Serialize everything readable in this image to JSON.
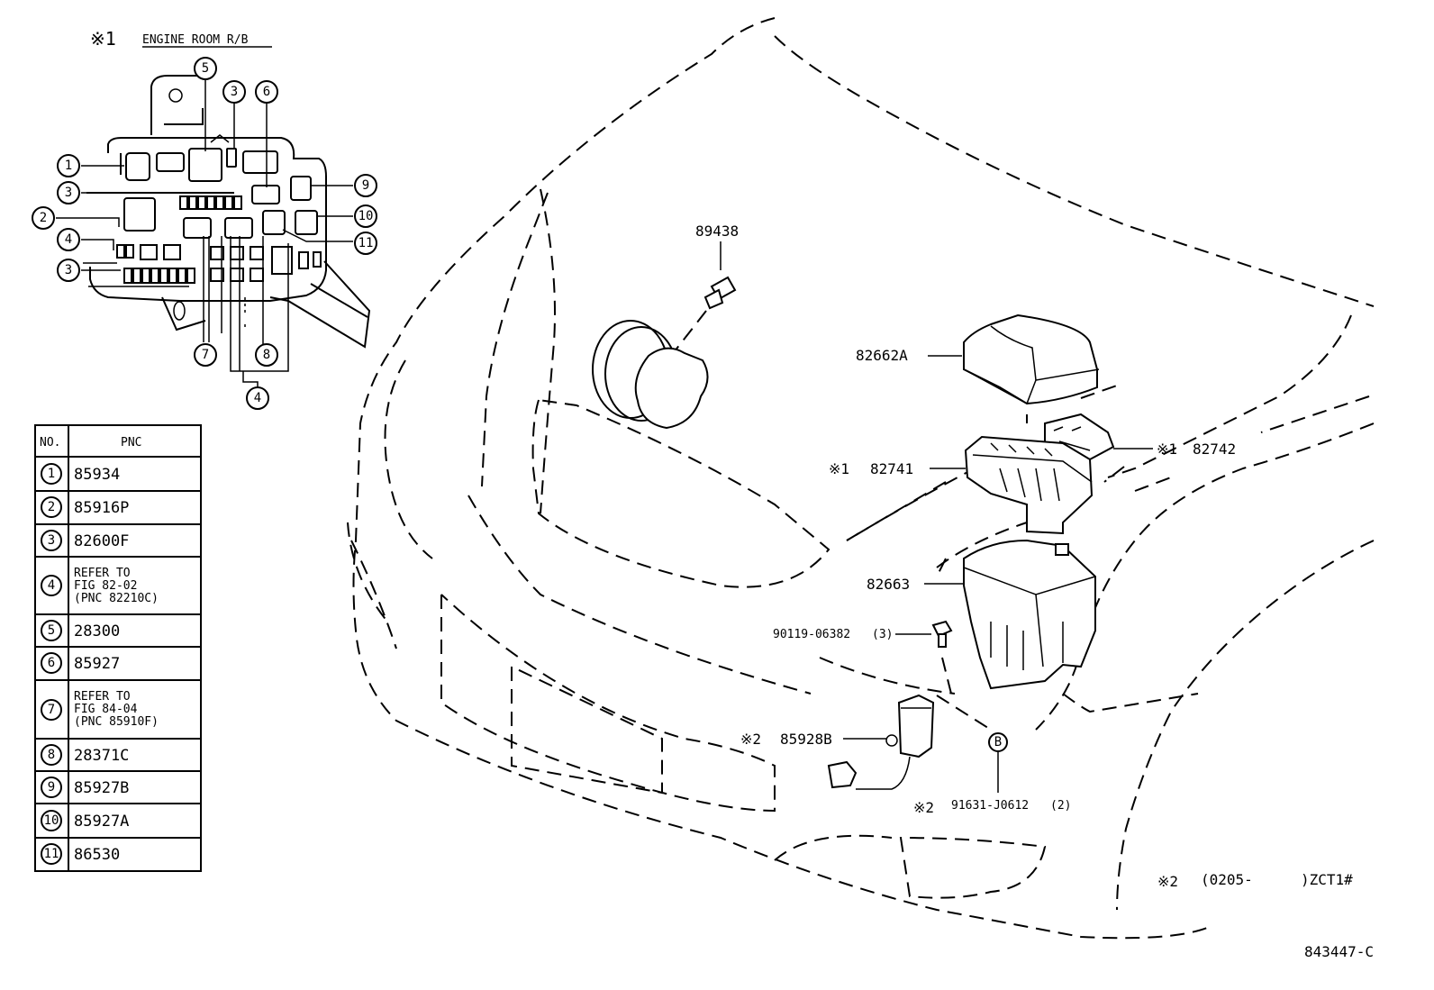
{
  "inset": {
    "marker": "※1",
    "title": "ENGINE ROOM R/B"
  },
  "table": {
    "header_no": "NO.",
    "header_pnc": "PNC",
    "rows": [
      {
        "no": "1",
        "pnc": [
          "85934"
        ]
      },
      {
        "no": "2",
        "pnc": [
          "85916P"
        ]
      },
      {
        "no": "3",
        "pnc": [
          "82600F"
        ]
      },
      {
        "no": "4",
        "pnc": [
          "REFER TO",
          "FIG 82-02",
          "(PNC 82210C)"
        ]
      },
      {
        "no": "5",
        "pnc": [
          "28300"
        ]
      },
      {
        "no": "6",
        "pnc": [
          "85927"
        ]
      },
      {
        "no": "7",
        "pnc": [
          "REFER TO",
          "FIG 84-04",
          "(PNC 85910F)"
        ]
      },
      {
        "no": "8",
        "pnc": [
          "28371C"
        ]
      },
      {
        "no": "9",
        "pnc": [
          "85927B"
        ]
      },
      {
        "no": "10",
        "pnc": [
          "85927A"
        ]
      },
      {
        "no": "11",
        "pnc": [
          "86530"
        ]
      }
    ]
  },
  "inset_callouts": [
    "1",
    "3",
    "2",
    "4",
    "3",
    "5",
    "3",
    "6",
    "9",
    "10",
    "11",
    "7",
    "8",
    "4"
  ],
  "parts": {
    "p89438": "89438",
    "p82662A": "82662A",
    "p82741_mark": "※1",
    "p82741": "82741",
    "p82742_mark": "※1",
    "p82742": "82742",
    "p82663": "82663",
    "p90119": "90119-06382",
    "p90119_qty": "(3)",
    "p85928B_mark": "※2",
    "p85928B": "85928B",
    "pB": "B",
    "p91631_mark": "※2",
    "p91631": "91631-J0612",
    "p91631_qty": "(2)"
  },
  "footnote": {
    "mark": "※2",
    "range": "(0205-",
    "model": ")ZCT1#"
  },
  "figure_id": "843447-C"
}
